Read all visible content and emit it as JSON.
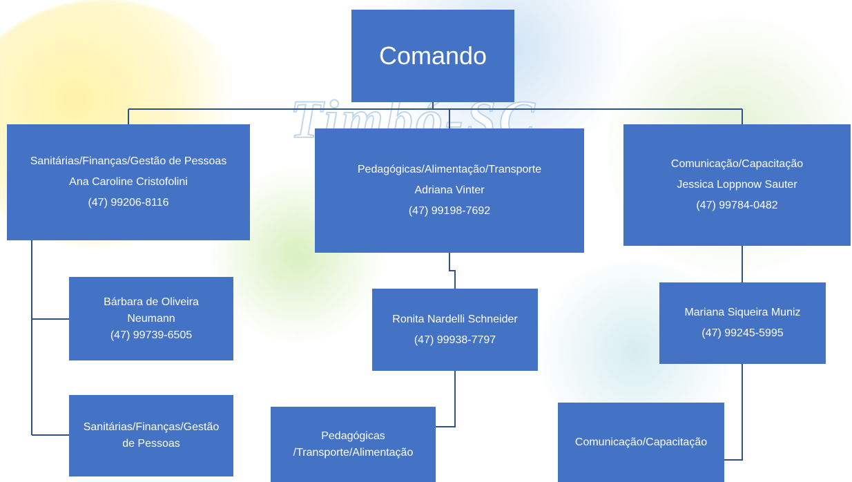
{
  "top": {
    "label": "Comando"
  },
  "watermark": {
    "label": "Timbó-SC"
  },
  "columns": [
    {
      "head": [
        "Sanitárias/Finanças/Gestão de Pessoas",
        "Ana Caroline Cristofolini",
        "(47) 99206-8116"
      ],
      "child1": [
        "Bárbara de Oliveira",
        "Neumann",
        "(47) 99739-6505"
      ],
      "child2": [
        "Sanitárias/Finanças/Gestão",
        "de Pessoas"
      ]
    },
    {
      "head": [
        "Pedagógicas/Alimentação/Transporte",
        "Adriana Vinter",
        "(47) 99198-7692"
      ],
      "child1": [
        "Ronita Nardelli Schneider",
        "(47) 99938-7797"
      ],
      "child2": [
        "Pedagógicas",
        "/Transporte/Alimentação"
      ]
    },
    {
      "head": [
        "Comunicação/Capacitação",
        "Jessica Loppnow Sauter",
        "(47) 99784-0482"
      ],
      "child1": [
        "Mariana Siqueira Muniz",
        "(47) 99245-5995"
      ],
      "child2": [
        "Comunicação/Capacitação"
      ]
    }
  ],
  "colors": {
    "box": "#4472c4",
    "line": "#2f4f8f"
  }
}
